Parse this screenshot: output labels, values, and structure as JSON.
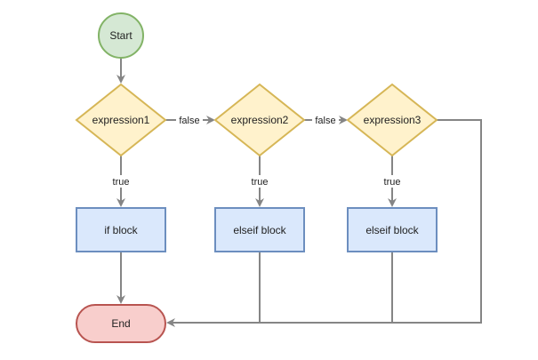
{
  "colors": {
    "edge": "#858585",
    "start_fill": "#d5e8d4",
    "start_stroke": "#82b366",
    "decision_fill": "#fff2cc",
    "decision_stroke": "#d6b656",
    "block_fill": "#dae8fc",
    "block_stroke": "#6c8ebf",
    "end_fill": "#f8cecc",
    "end_stroke": "#b85450"
  },
  "nodes": {
    "start": {
      "label": "Start",
      "shape": "circle"
    },
    "expression1": {
      "label": "expression1",
      "shape": "diamond"
    },
    "expression2": {
      "label": "expression2",
      "shape": "diamond"
    },
    "expression3": {
      "label": "expression3",
      "shape": "diamond"
    },
    "if_block": {
      "label": "if block",
      "shape": "rectangle"
    },
    "elseif_block_1": {
      "label": "elseif block",
      "shape": "rectangle"
    },
    "elseif_block_2": {
      "label": "elseif block",
      "shape": "rectangle"
    },
    "end": {
      "label": "End",
      "shape": "rounded-ellipse"
    }
  },
  "edges": {
    "start_to_expr1": {
      "from": "Start",
      "to": "expression1",
      "label": ""
    },
    "expr1_to_expr2": {
      "from": "expression1",
      "to": "expression2",
      "label": "false"
    },
    "expr2_to_expr3": {
      "from": "expression2",
      "to": "expression3",
      "label": "false"
    },
    "expr1_to_if": {
      "from": "expression1",
      "to": "if block",
      "label": "true"
    },
    "expr2_to_elseif1": {
      "from": "expression2",
      "to": "elseif block",
      "label": "true"
    },
    "expr3_to_elseif2": {
      "from": "expression3",
      "to": "elseif block",
      "label": "true"
    },
    "if_to_end": {
      "from": "if block",
      "to": "End",
      "label": ""
    },
    "elseif1_to_end": {
      "from": "elseif block",
      "to": "End",
      "label": ""
    },
    "elseif2_to_end": {
      "from": "elseif block",
      "to": "End",
      "label": ""
    },
    "expr3_to_end": {
      "from": "expression3",
      "to": "End",
      "label": ""
    }
  }
}
